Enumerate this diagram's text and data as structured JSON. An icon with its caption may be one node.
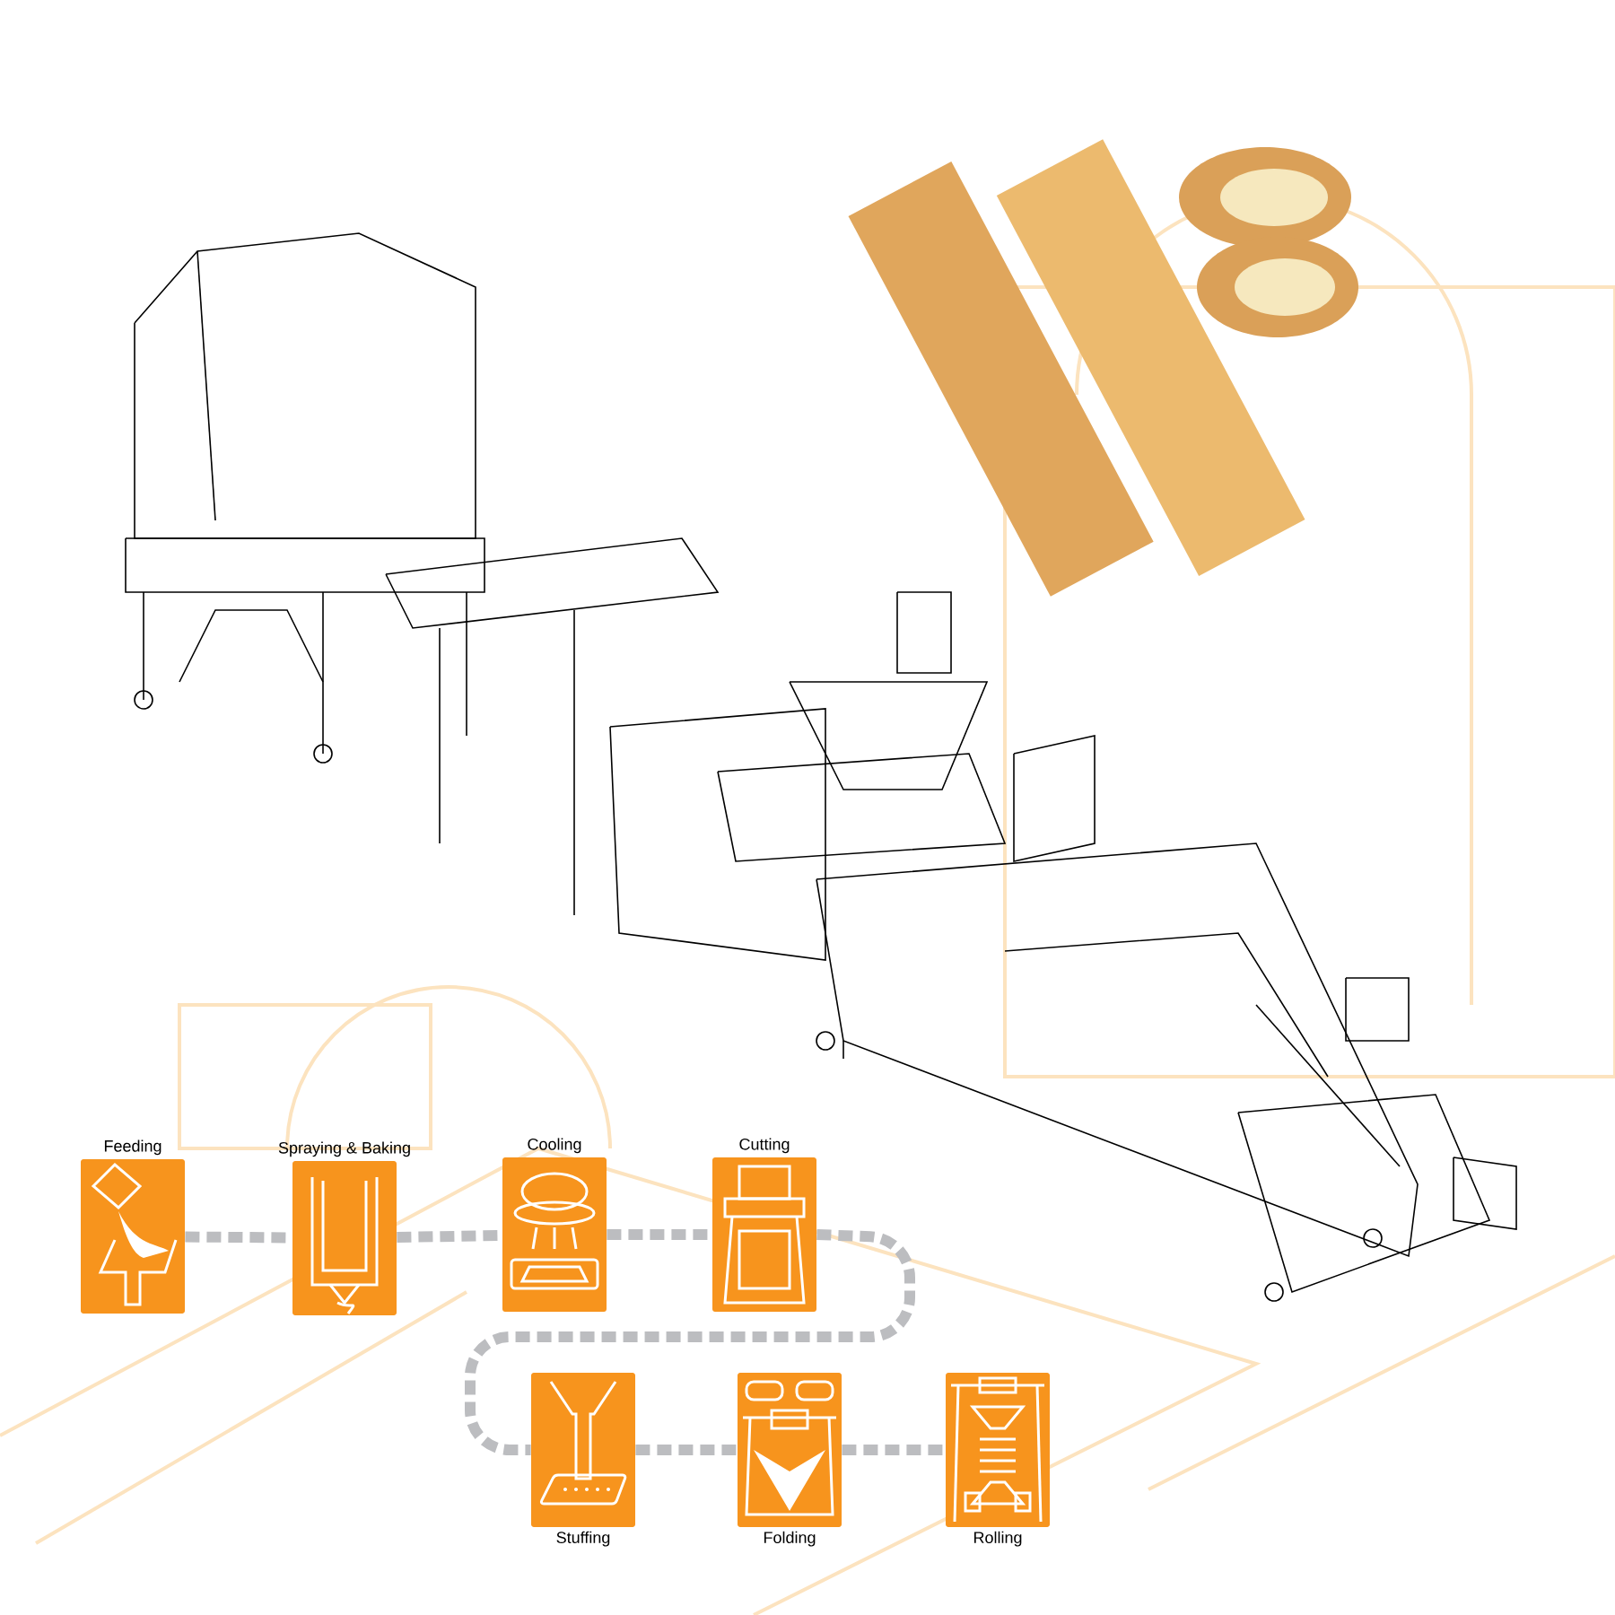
{
  "diagram": {
    "nodes": [
      {
        "text": [
          "Feeding"
        ]
      },
      {
        "text": [
          "Spraying & Baking"
        ]
      },
      {
        "text": [
          "Cooling"
        ]
      },
      {
        "text": [
          "Cutting"
        ]
      },
      {
        "text": [
          "Stuffing"
        ]
      },
      {
        "text": [
          "Folding"
        ]
      },
      {
        "text": [
          "Rolling"
        ]
      }
    ],
    "edges": [
      {
        "from": 0,
        "to": 1,
        "arrow": "none",
        "style": "dashed"
      },
      {
        "from": 1,
        "to": 2,
        "arrow": "none",
        "style": "dashed"
      },
      {
        "from": 2,
        "to": 3,
        "arrow": "none",
        "style": "dashed"
      },
      {
        "from": 3,
        "to": 4,
        "arrow": "none",
        "style": "dashed"
      },
      {
        "from": 4,
        "to": 5,
        "arrow": "none",
        "style": "dashed"
      },
      {
        "from": 5,
        "to": 6,
        "arrow": "none",
        "style": "dashed"
      }
    ]
  }
}
